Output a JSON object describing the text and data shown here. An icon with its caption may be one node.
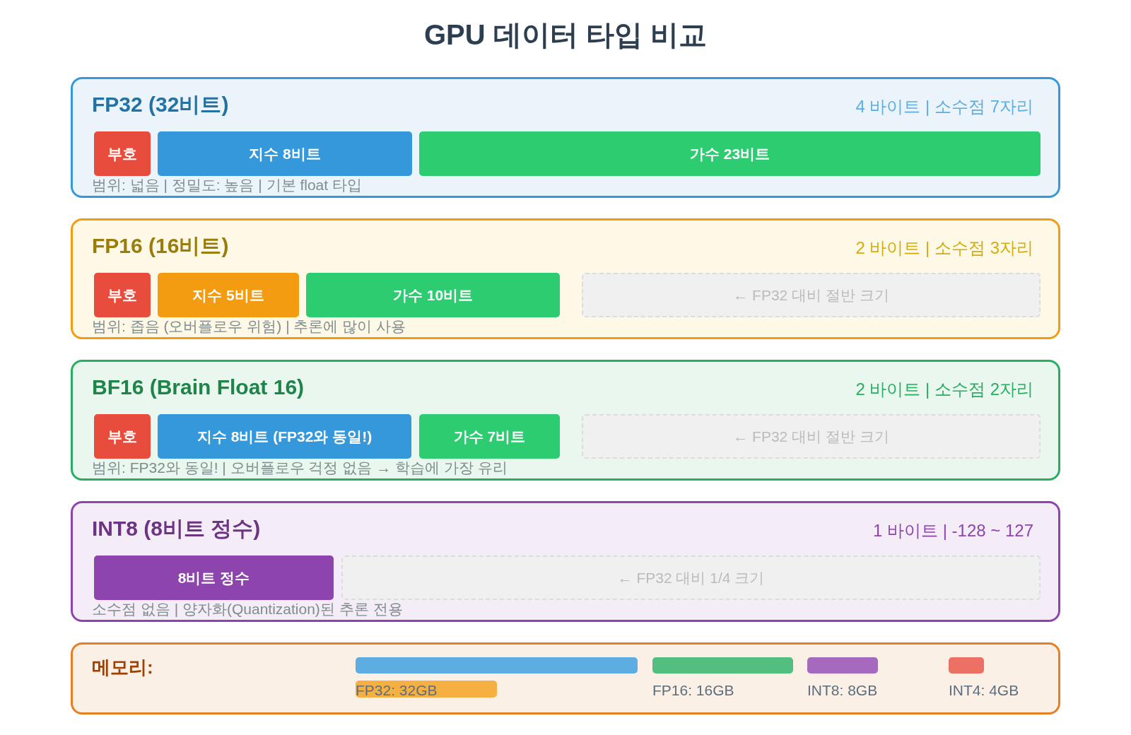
{
  "diagram": {
    "title": "GPU 데이터 타입 비교",
    "nodes": [
      {
        "text": [
          "FP32 (32비트)",
          "4 바이트 | 소수점 7자리",
          "범위: 넓음 | 정밀도: 높음 | 기본 float 타입"
        ]
      },
      {
        "text": [
          "부호"
        ],
        "in": 0
      },
      {
        "text": [
          "지수 8비트"
        ],
        "in": 0
      },
      {
        "text": [
          "가수 23비트"
        ],
        "in": 0
      },
      {
        "text": [
          "FP16 (16비트)",
          "2 바이트 | 소수점 3자리",
          "범위: 좁음 (오버플로우 위험) | 추론에 많이 사용"
        ]
      },
      {
        "text": [
          "부호"
        ],
        "in": 4
      },
      {
        "text": [
          "지수 5비트"
        ],
        "in": 4
      },
      {
        "text": [
          "가수 10비트"
        ],
        "in": 4
      },
      {
        "text": [
          "← FP32 대비 절반 크기"
        ],
        "in": 4
      },
      {
        "text": [
          "BF16 (Brain Float 16)",
          "2 바이트 | 소수점 2자리",
          "범위: FP32와 동일! | 오버플로우 걱정 없음 → 학습에 가장 유리"
        ]
      },
      {
        "text": [
          "부호"
        ],
        "in": 9
      },
      {
        "text": [
          "지수 8비트 (FP32와 동일!)"
        ],
        "in": 9
      },
      {
        "text": [
          "가수 7비트"
        ],
        "in": 9
      },
      {
        "text": [
          "← FP32 대비 절반 크기"
        ],
        "in": 9
      },
      {
        "text": [
          "INT8 (8비트 정수)",
          "1 바이트 | -128 ~ 127",
          "소수점 없음 | 양자화(Quantization)된 추론 전용"
        ]
      },
      {
        "text": [
          "8비트 정수"
        ],
        "in": 14
      },
      {
        "text": [
          "← FP32 대비 1/4 크기"
        ],
        "in": 14
      },
      {
        "text": [
          "메모리:"
        ]
      },
      {
        "text": [],
        "shape": "bar",
        "in": 17,
        "beside": [
          "FP32: 32GB"
        ]
      },
      {
        "text": [],
        "shape": "bar",
        "in": 17,
        "beside": [
          "FP16: 16GB"
        ]
      },
      {
        "text": [],
        "shape": "bar",
        "in": 17,
        "beside": [
          "INT8: 8GB"
        ]
      },
      {
        "text": [],
        "shape": "bar",
        "in": 17,
        "beside": [
          "INT4: 4GB"
        ]
      }
    ],
    "edges": []
  }
}
